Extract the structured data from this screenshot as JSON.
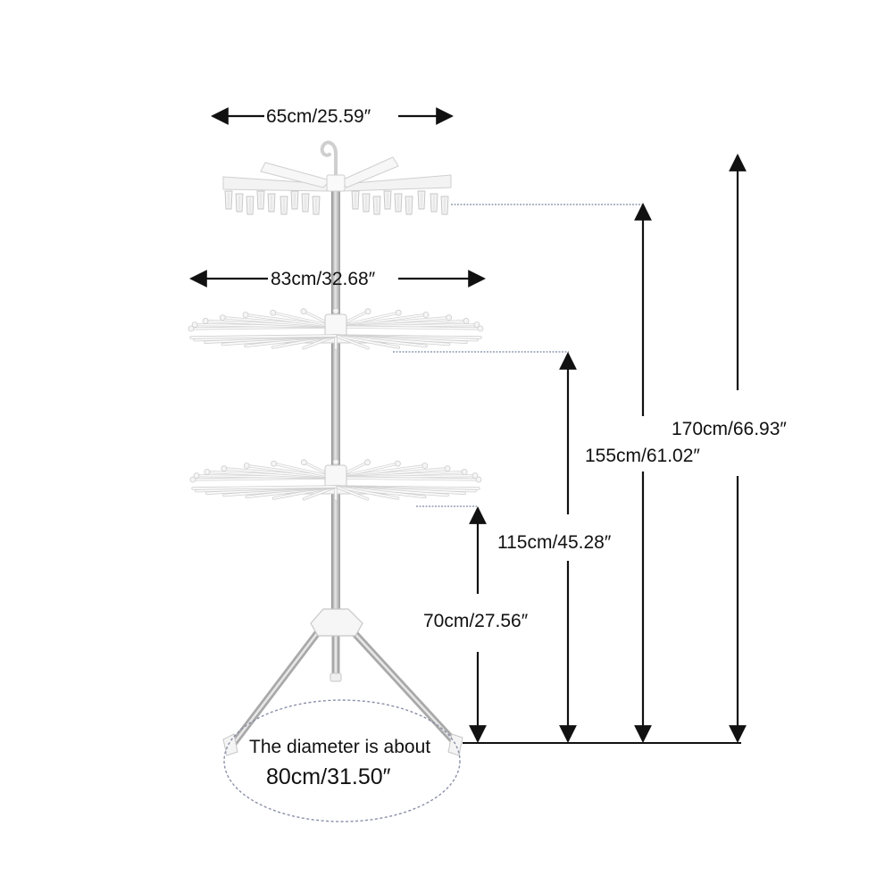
{
  "product": "tripod-clothes-drying-rack",
  "colors": {
    "background": "#ffffff",
    "rack_plastic": "#f4f4f4",
    "rack_outline": "#c9c9c9",
    "pole": "#b8b8b8",
    "dimension_line": "#111111",
    "diameter_ellipse": "#8a8fa8"
  },
  "dimensions": {
    "top_width": "65cm/25.59″",
    "middle_width": "83cm/32.68″",
    "height_total": "170cm/66.93″",
    "height_top_tier": "155cm/61.02″",
    "height_middle_tier": "115cm/45.28″",
    "height_bottom_tier": "70cm/27.56″"
  },
  "diameter": {
    "line1": "The diameter is about",
    "line2": "80cm/31.50″"
  }
}
